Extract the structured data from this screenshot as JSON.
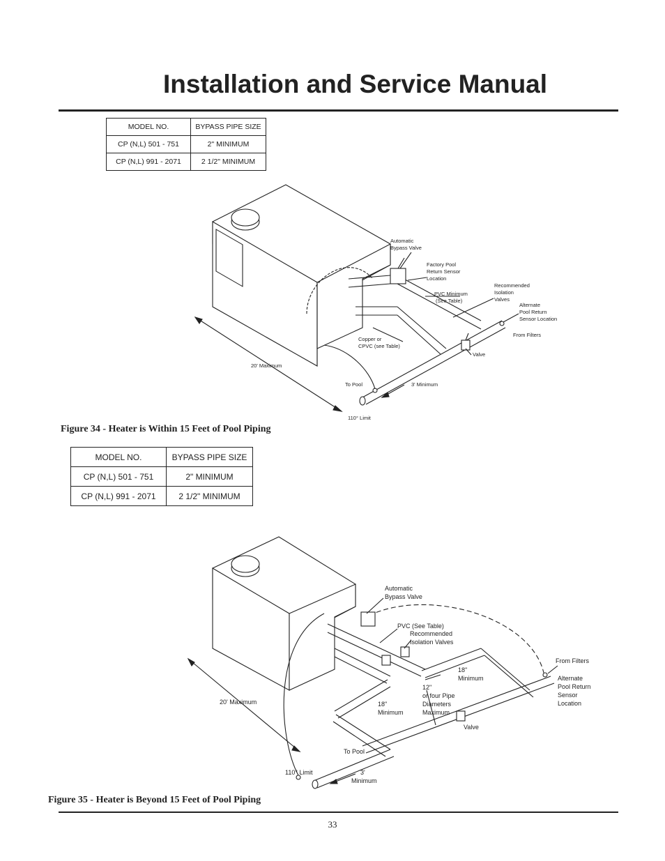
{
  "header": {
    "title": "Installation and Service Manual"
  },
  "table1": {
    "headers": [
      "MODEL NO.",
      "BYPASS PIPE SIZE"
    ],
    "rows": [
      [
        "CP (N,L) 501 - 751",
        "2\" MINIMUM"
      ],
      [
        "CP (N,L) 991 - 2071",
        "2 1/2\" MINIMUM"
      ]
    ]
  },
  "figure34": {
    "caption": "Figure 34 - Heater is Within 15 Feet of Pool Piping",
    "labels": {
      "automatic_bypass_valve": [
        "Automatic",
        "Bypass Valve"
      ],
      "factory_sensor": [
        "Factory Pool",
        "Return Sensor",
        "Location"
      ],
      "pvc_minimum": [
        "PVC Minimum",
        "(See Table)"
      ],
      "isolation_valves": [
        "Recommended",
        "Isolation",
        "Valves"
      ],
      "alternate_sensor": [
        "Alternate",
        "Pool Return",
        "Sensor Location"
      ],
      "from_filters": "From Filters",
      "copper": [
        "Copper or",
        "CPVC (see Table)"
      ],
      "valve": "Valve",
      "twenty_max": "20' Maximum",
      "to_pool": "To Pool",
      "three_min": "3' Minimum",
      "limit": "110° Limit"
    }
  },
  "table2": {
    "headers": [
      "MODEL NO.",
      "BYPASS PIPE SIZE"
    ],
    "rows": [
      [
        "CP (N,L) 501 - 751",
        "2\" MINIMUM"
      ],
      [
        "CP (N,L) 991 - 2071",
        "2 1/2\" MINIMUM"
      ]
    ]
  },
  "figure35": {
    "caption": "Figure 35 - Heater is Beyond 15 Feet of Pool Piping",
    "labels": {
      "automatic_bypass_valve": [
        "Automatic",
        "Bypass Valve"
      ],
      "pvc_table": "PVC (See Table)",
      "isolation_valves": [
        "Recommended",
        "Isolation Valves"
      ],
      "from_filters": "From Filters",
      "alternate_sensor": [
        "Alternate",
        "Pool Return",
        "Sensor",
        "Location"
      ],
      "eighteen_min_a": [
        "18\"",
        "Minimum"
      ],
      "twelve": [
        "12\"",
        "or four Pipe",
        "Diameters",
        "Maximum"
      ],
      "eighteen_min_b": [
        "18\"",
        "Minimum"
      ],
      "twenty_max": "20' Maximum",
      "valve": "Valve",
      "to_pool": "To Pool",
      "limit": "110° Limit",
      "three_min": [
        "3'",
        "Minimum"
      ]
    }
  },
  "footer": {
    "page_number": "33"
  }
}
